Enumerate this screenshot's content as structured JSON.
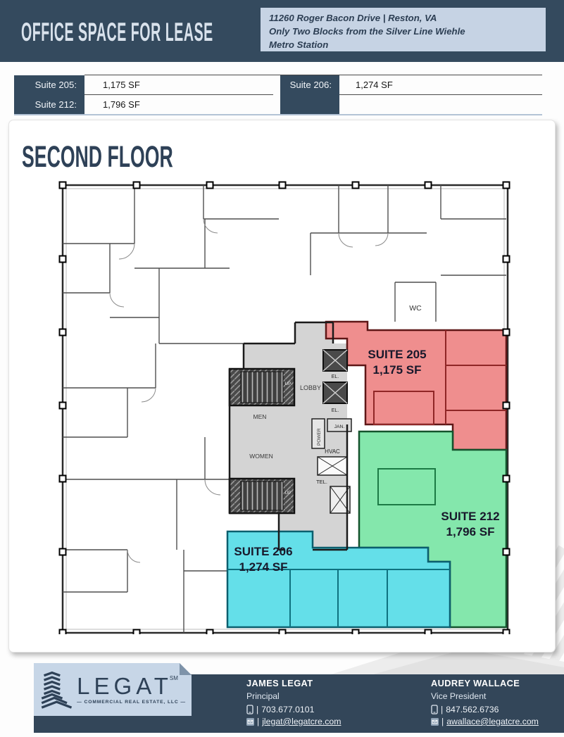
{
  "header": {
    "title": "OFFICE SPACE FOR LEASE",
    "address_line1": "11260 Roger Bacon Drive | Reston, VA",
    "address_line2": "Only Two Blocks from the Silver Line Wiehle",
    "address_line3": "Metro Station"
  },
  "availability": {
    "left": [
      {
        "label": "Suite 205:",
        "value": "1,175 SF"
      },
      {
        "label": "Suite 212:",
        "value": "1,796 SF"
      }
    ],
    "right": [
      {
        "label": "Suite 206:",
        "value": "1,274 SF"
      }
    ]
  },
  "floor": {
    "title": "SECOND FLOOR"
  },
  "floorplan": {
    "suites": [
      {
        "name": "SUITE 205",
        "area": "1,175 SF",
        "color": "#ef8e8e"
      },
      {
        "name": "SUITE 212",
        "area": "1,796 SF",
        "color": "#84e7ac"
      },
      {
        "name": "SUITE 206",
        "area": "1,274 SF",
        "color": "#64dfe9"
      }
    ],
    "rooms": {
      "wc": "WC",
      "lobby": "LOBBY",
      "men": "MEN",
      "women": "WOMEN",
      "el": "EL.",
      "jan": "JAN.",
      "power": "POWER",
      "hvac": "HVAC",
      "tel": "TEL.",
      "up": "UP"
    }
  },
  "footer": {
    "brand": {
      "name": "LEGAT",
      "mark": "SM",
      "tagline": "— COMMERCIAL REAL ESTATE, LLC —"
    },
    "separator": "|",
    "contacts": [
      {
        "name": "JAMES LEGAT",
        "title": "Principal",
        "phone": "703.677.0101",
        "email": "jlegat@legatcre.com"
      },
      {
        "name": "AUDREY WALLACE",
        "title": "Vice President",
        "phone": "847.562.6736",
        "email": "awallace@legatcre.com"
      }
    ]
  },
  "colors": {
    "navy": "#344a5e",
    "panel_blue": "#c6d3e4",
    "suite205": "#ef8e8e",
    "suite212": "#84e7ac",
    "suite206": "#64dfe9"
  }
}
